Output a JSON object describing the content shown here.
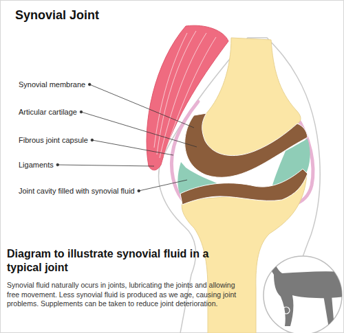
{
  "diagram": {
    "title": "Synovial Joint",
    "caption": "Diagram to illustrate synovial fluid in a typical joint",
    "labels": [
      "Synovial membrane",
      "Articular cartilage",
      "Fibrous joint capsule",
      "Ligaments",
      "Joint cavity filled with synovial fluid",
      "Synovial fluid naturally ocurs in joints, lubricating the joints and allowing free movement. Less synovial fluid is produced as we age, causing joint problems. Supplements can be taken to reduce joint deterioration."
    ]
  }
}
